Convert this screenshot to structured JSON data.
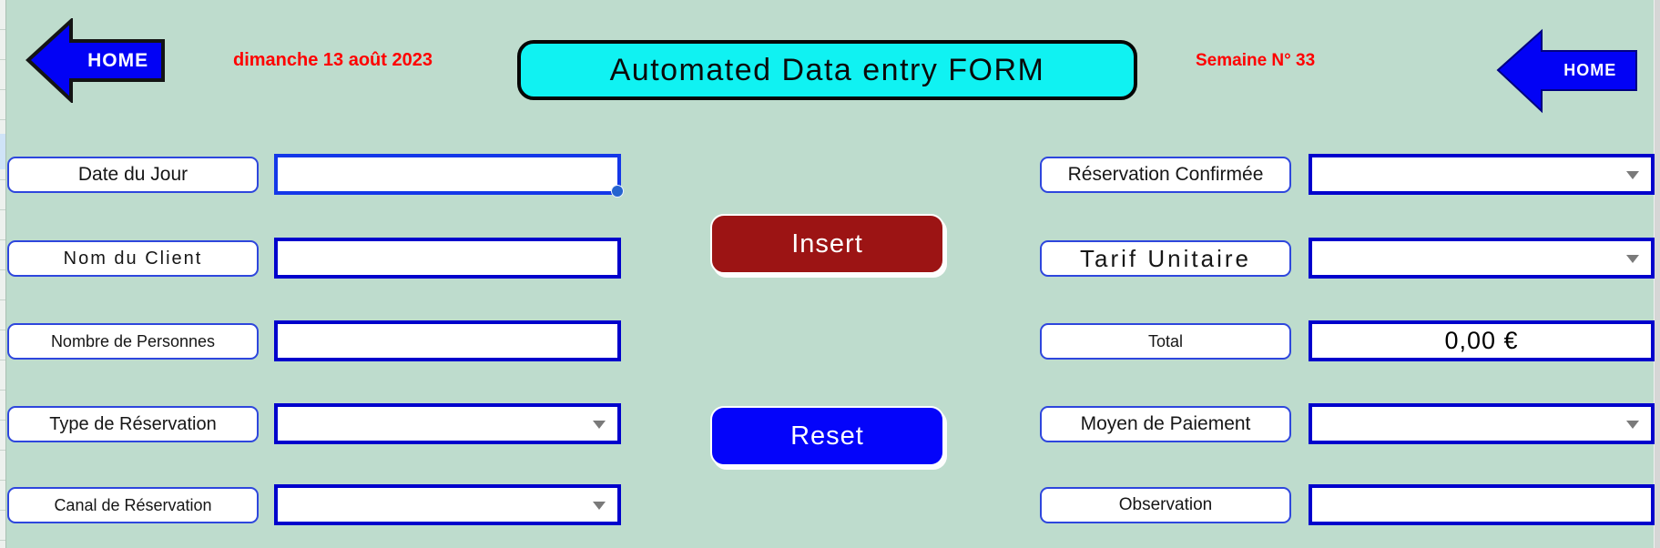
{
  "header": {
    "home_button_left": "HOME",
    "home_button_right": "HOME",
    "date_label": "dimanche 13 août 2023",
    "title": "Automated Data entry FORM",
    "week_label": "Semaine N° 33"
  },
  "buttons": {
    "insert": "Insert",
    "reset": "Reset"
  },
  "form": {
    "left": [
      {
        "label": "Date du Jour",
        "value": "",
        "type": "text",
        "selected": true
      },
      {
        "label": "Nom du Client",
        "value": "",
        "type": "text"
      },
      {
        "label": "Nombre de Personnes",
        "value": "",
        "type": "text"
      },
      {
        "label": "Type de Réservation",
        "value": "",
        "type": "dropdown"
      },
      {
        "label": "Canal de Réservation",
        "value": "",
        "type": "dropdown"
      }
    ],
    "right": [
      {
        "label": "Réservation Confirmée",
        "value": "",
        "type": "dropdown"
      },
      {
        "label": "Tarif Unitaire",
        "value": "",
        "type": "dropdown"
      },
      {
        "label": "Total",
        "value": "0,00 €",
        "type": "readonly"
      },
      {
        "label": "Moyen de Paiement",
        "value": "",
        "type": "dropdown"
      },
      {
        "label": "Observation",
        "value": "",
        "type": "text"
      }
    ]
  },
  "colors": {
    "background": "#bedccd",
    "accent_blue": "#0000f5",
    "input_border_blue": "#0000cc",
    "insert_red": "#9c1414",
    "title_cyan": "#10f2f2",
    "alert_red": "#ff0000",
    "selection_handle": "#2563cf"
  }
}
